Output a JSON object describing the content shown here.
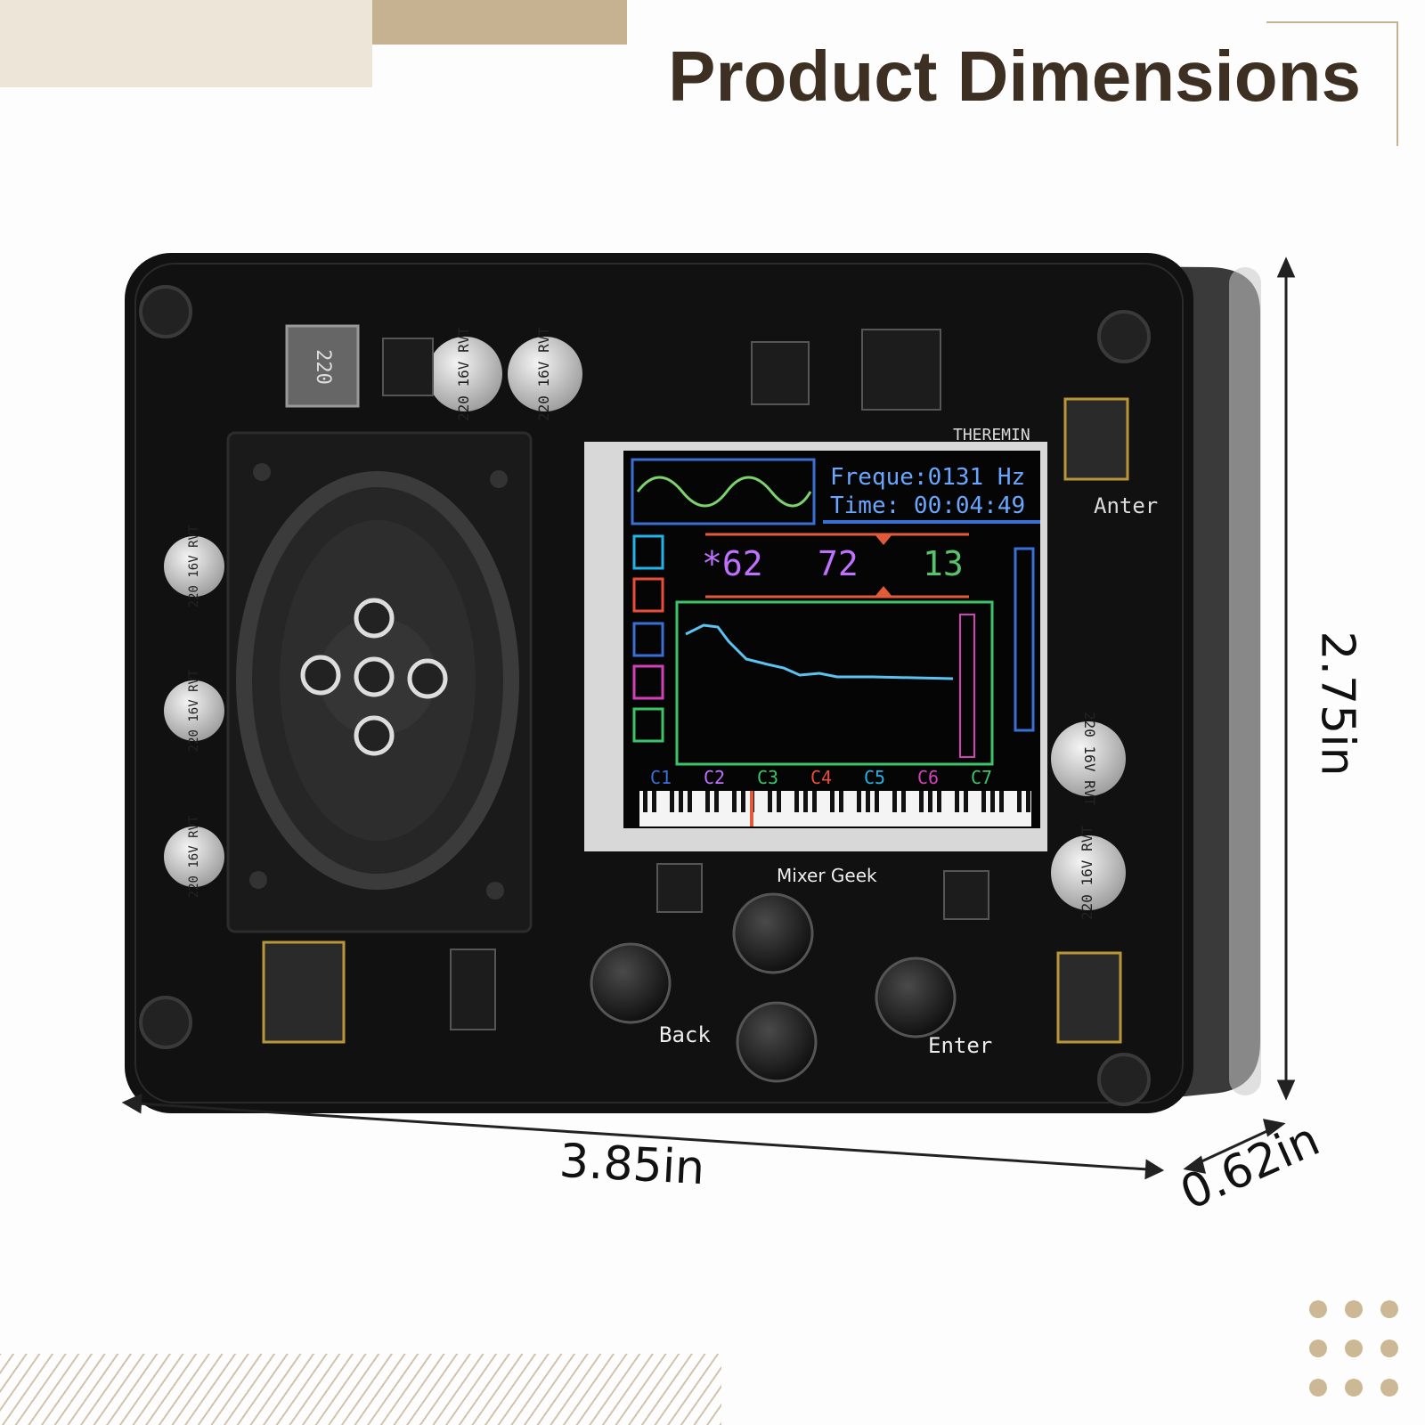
{
  "title": "Product Dimensions",
  "dimensions": {
    "width": "3.85in",
    "height": "2.75in",
    "depth": "0.62in"
  },
  "screen": {
    "frequency": "Freque:0131 Hz",
    "time": "Time: 00:04:49",
    "value_a": "*62",
    "value_b": "72",
    "value_c": "13",
    "octaves": [
      "C1",
      "C2",
      "C3",
      "C4",
      "C5",
      "C6",
      "C7"
    ]
  },
  "board_labels": {
    "capacitor": "220 16V RVT",
    "inductor": "220",
    "brand": "THEREMIN",
    "antenna": "Anter",
    "mixer": "Mixer Geek",
    "back": "Back",
    "enter": "Enter"
  },
  "colors": {
    "accent_tan": "#c6b191",
    "accent_light": "#ede5d8",
    "title": "#3d2f21",
    "board": "#111111"
  }
}
